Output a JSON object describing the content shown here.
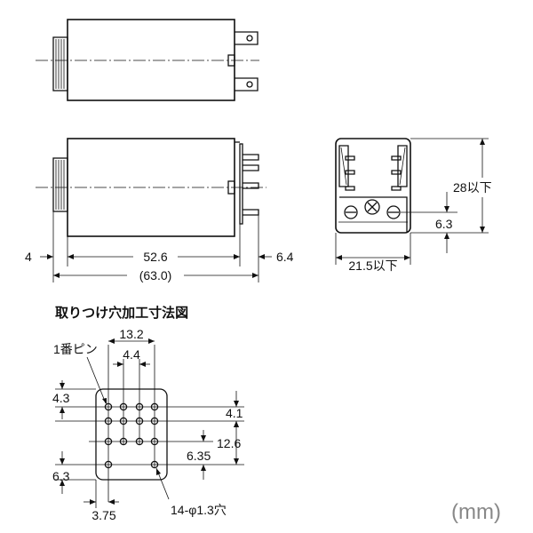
{
  "dimensions": {
    "front_offset": "4",
    "body_length": "52.6",
    "terminal_length": "6.4",
    "overall_length": "(63.0)",
    "height": "28以下",
    "width": "21.5以下",
    "terminal_pitch": "6.3"
  },
  "mounting": {
    "title": "取りつけ穴加工寸法図",
    "pin1_label": "1番ピン",
    "dims": {
      "row_span": "13.2",
      "pitch": "4.4",
      "top_offset": "4.3",
      "row_gap": "4.1",
      "col_span": "12.6",
      "mid_gap": "6.35",
      "bottom_offset": "6.3",
      "left_offset": "3.75",
      "hole_callout": "14-φ1.3穴"
    }
  },
  "unit_label": "(mm)"
}
